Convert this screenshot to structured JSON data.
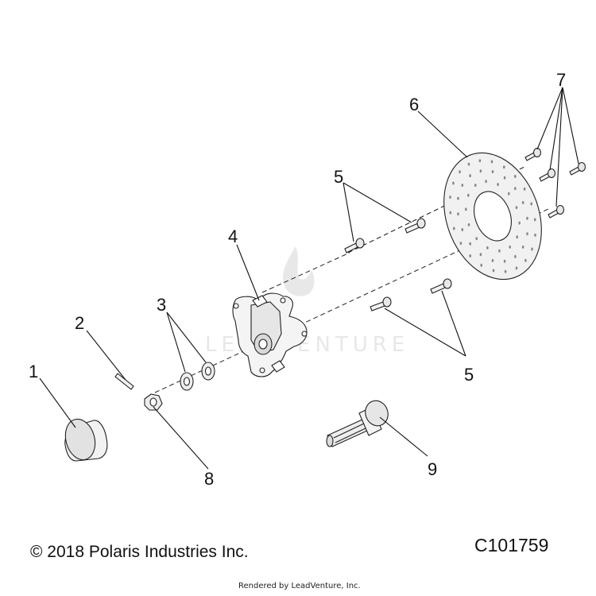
{
  "callouts": {
    "c1": "1",
    "c2": "2",
    "c3": "3",
    "c4": "4",
    "c5a": "5",
    "c5b": "5",
    "c6": "6",
    "c7": "7",
    "c8": "8",
    "c9": "9"
  },
  "footer": {
    "copyright": "© 2018 Polaris Industries Inc.",
    "figure_id": "C101759",
    "rendered_by": "Rendered by LeadVenture, Inc."
  },
  "watermark": {
    "text": "LEADVENTURE",
    "color": "#c9c9c9"
  },
  "colors": {
    "line": "#111111",
    "part_fill": "#f3f3f3",
    "part_shade": "#d6d6d6"
  }
}
